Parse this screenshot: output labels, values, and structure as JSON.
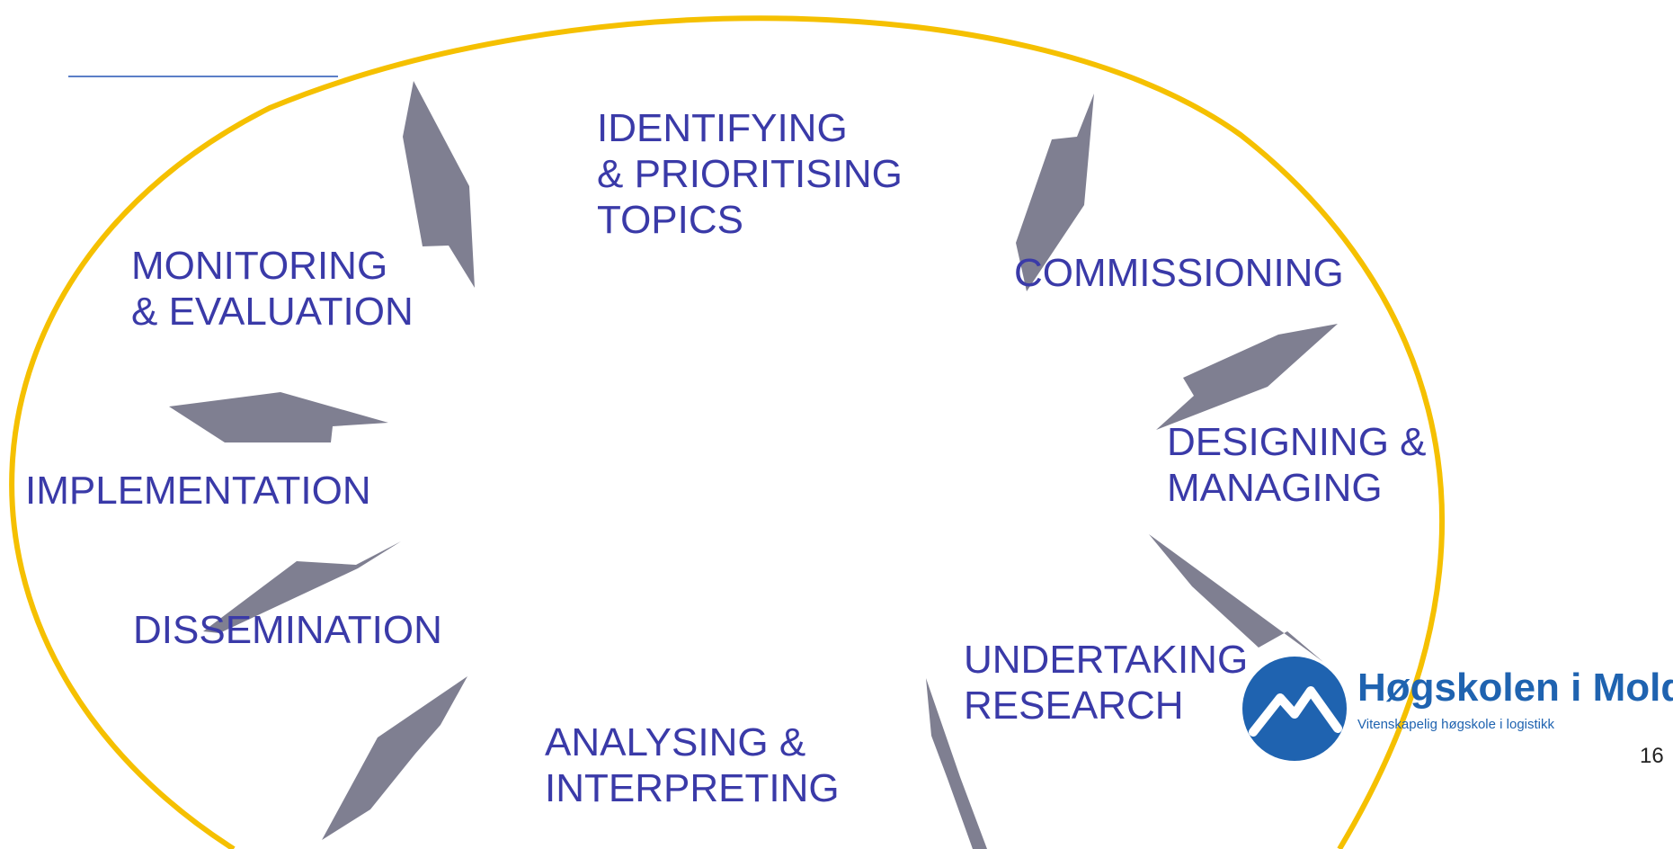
{
  "colors": {
    "label": "#3a3aa8",
    "arrow": "#7f7f91",
    "cycle_ring": "#f5c000",
    "rule": "#5b7fc7",
    "logo": "#1f63b0"
  },
  "stages": [
    {
      "id": "identifying",
      "lines": [
        "IDENTIFYING",
        "& PRIORITISING",
        "TOPICS"
      ]
    },
    {
      "id": "commissioning",
      "lines": [
        "COMMISSIONING"
      ]
    },
    {
      "id": "designing",
      "lines": [
        "DESIGNING &",
        "MANAGING"
      ]
    },
    {
      "id": "undertaking",
      "lines": [
        "UNDERTAKING",
        "RESEARCH"
      ]
    },
    {
      "id": "analysing",
      "lines": [
        "ANALYSING &",
        "INTERPRETING"
      ]
    },
    {
      "id": "dissemination",
      "lines": [
        "DISSEMINATION"
      ]
    },
    {
      "id": "implementation",
      "lines": [
        "IMPLEMENTATION"
      ]
    },
    {
      "id": "monitoring",
      "lines": [
        "MONITORING",
        "& EVALUATION"
      ]
    }
  ],
  "logo": {
    "name": "Høgskolen i Molde",
    "tagline": "Vitenskapelig høgskole i logistikk",
    "icon": "mountain-logo-icon"
  },
  "page_number": "16"
}
